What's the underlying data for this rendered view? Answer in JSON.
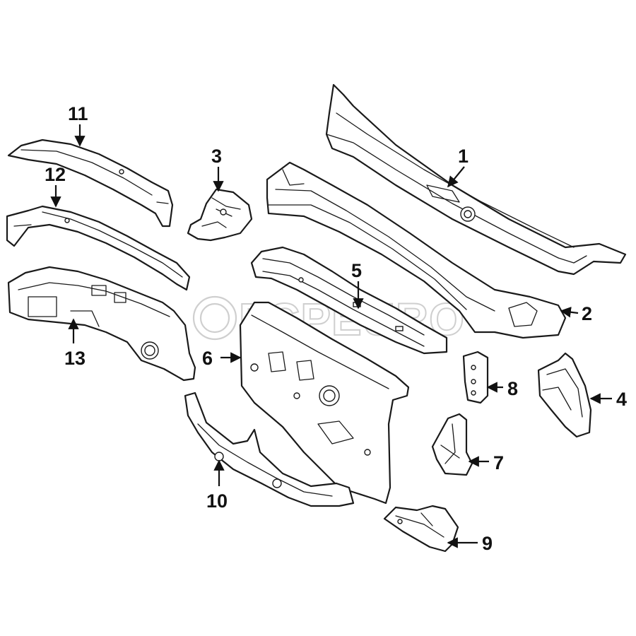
{
  "diagram": {
    "watermark": "FCPEURO",
    "callouts": [
      {
        "id": "1",
        "label": "1"
      },
      {
        "id": "2",
        "label": "2"
      },
      {
        "id": "3",
        "label": "3"
      },
      {
        "id": "4",
        "label": "4"
      },
      {
        "id": "5",
        "label": "5"
      },
      {
        "id": "6",
        "label": "6"
      },
      {
        "id": "7",
        "label": "7"
      },
      {
        "id": "8",
        "label": "8"
      },
      {
        "id": "9",
        "label": "9"
      },
      {
        "id": "10",
        "label": "10"
      },
      {
        "id": "11",
        "label": "11"
      },
      {
        "id": "12",
        "label": "12"
      },
      {
        "id": "13",
        "label": "13"
      }
    ]
  }
}
